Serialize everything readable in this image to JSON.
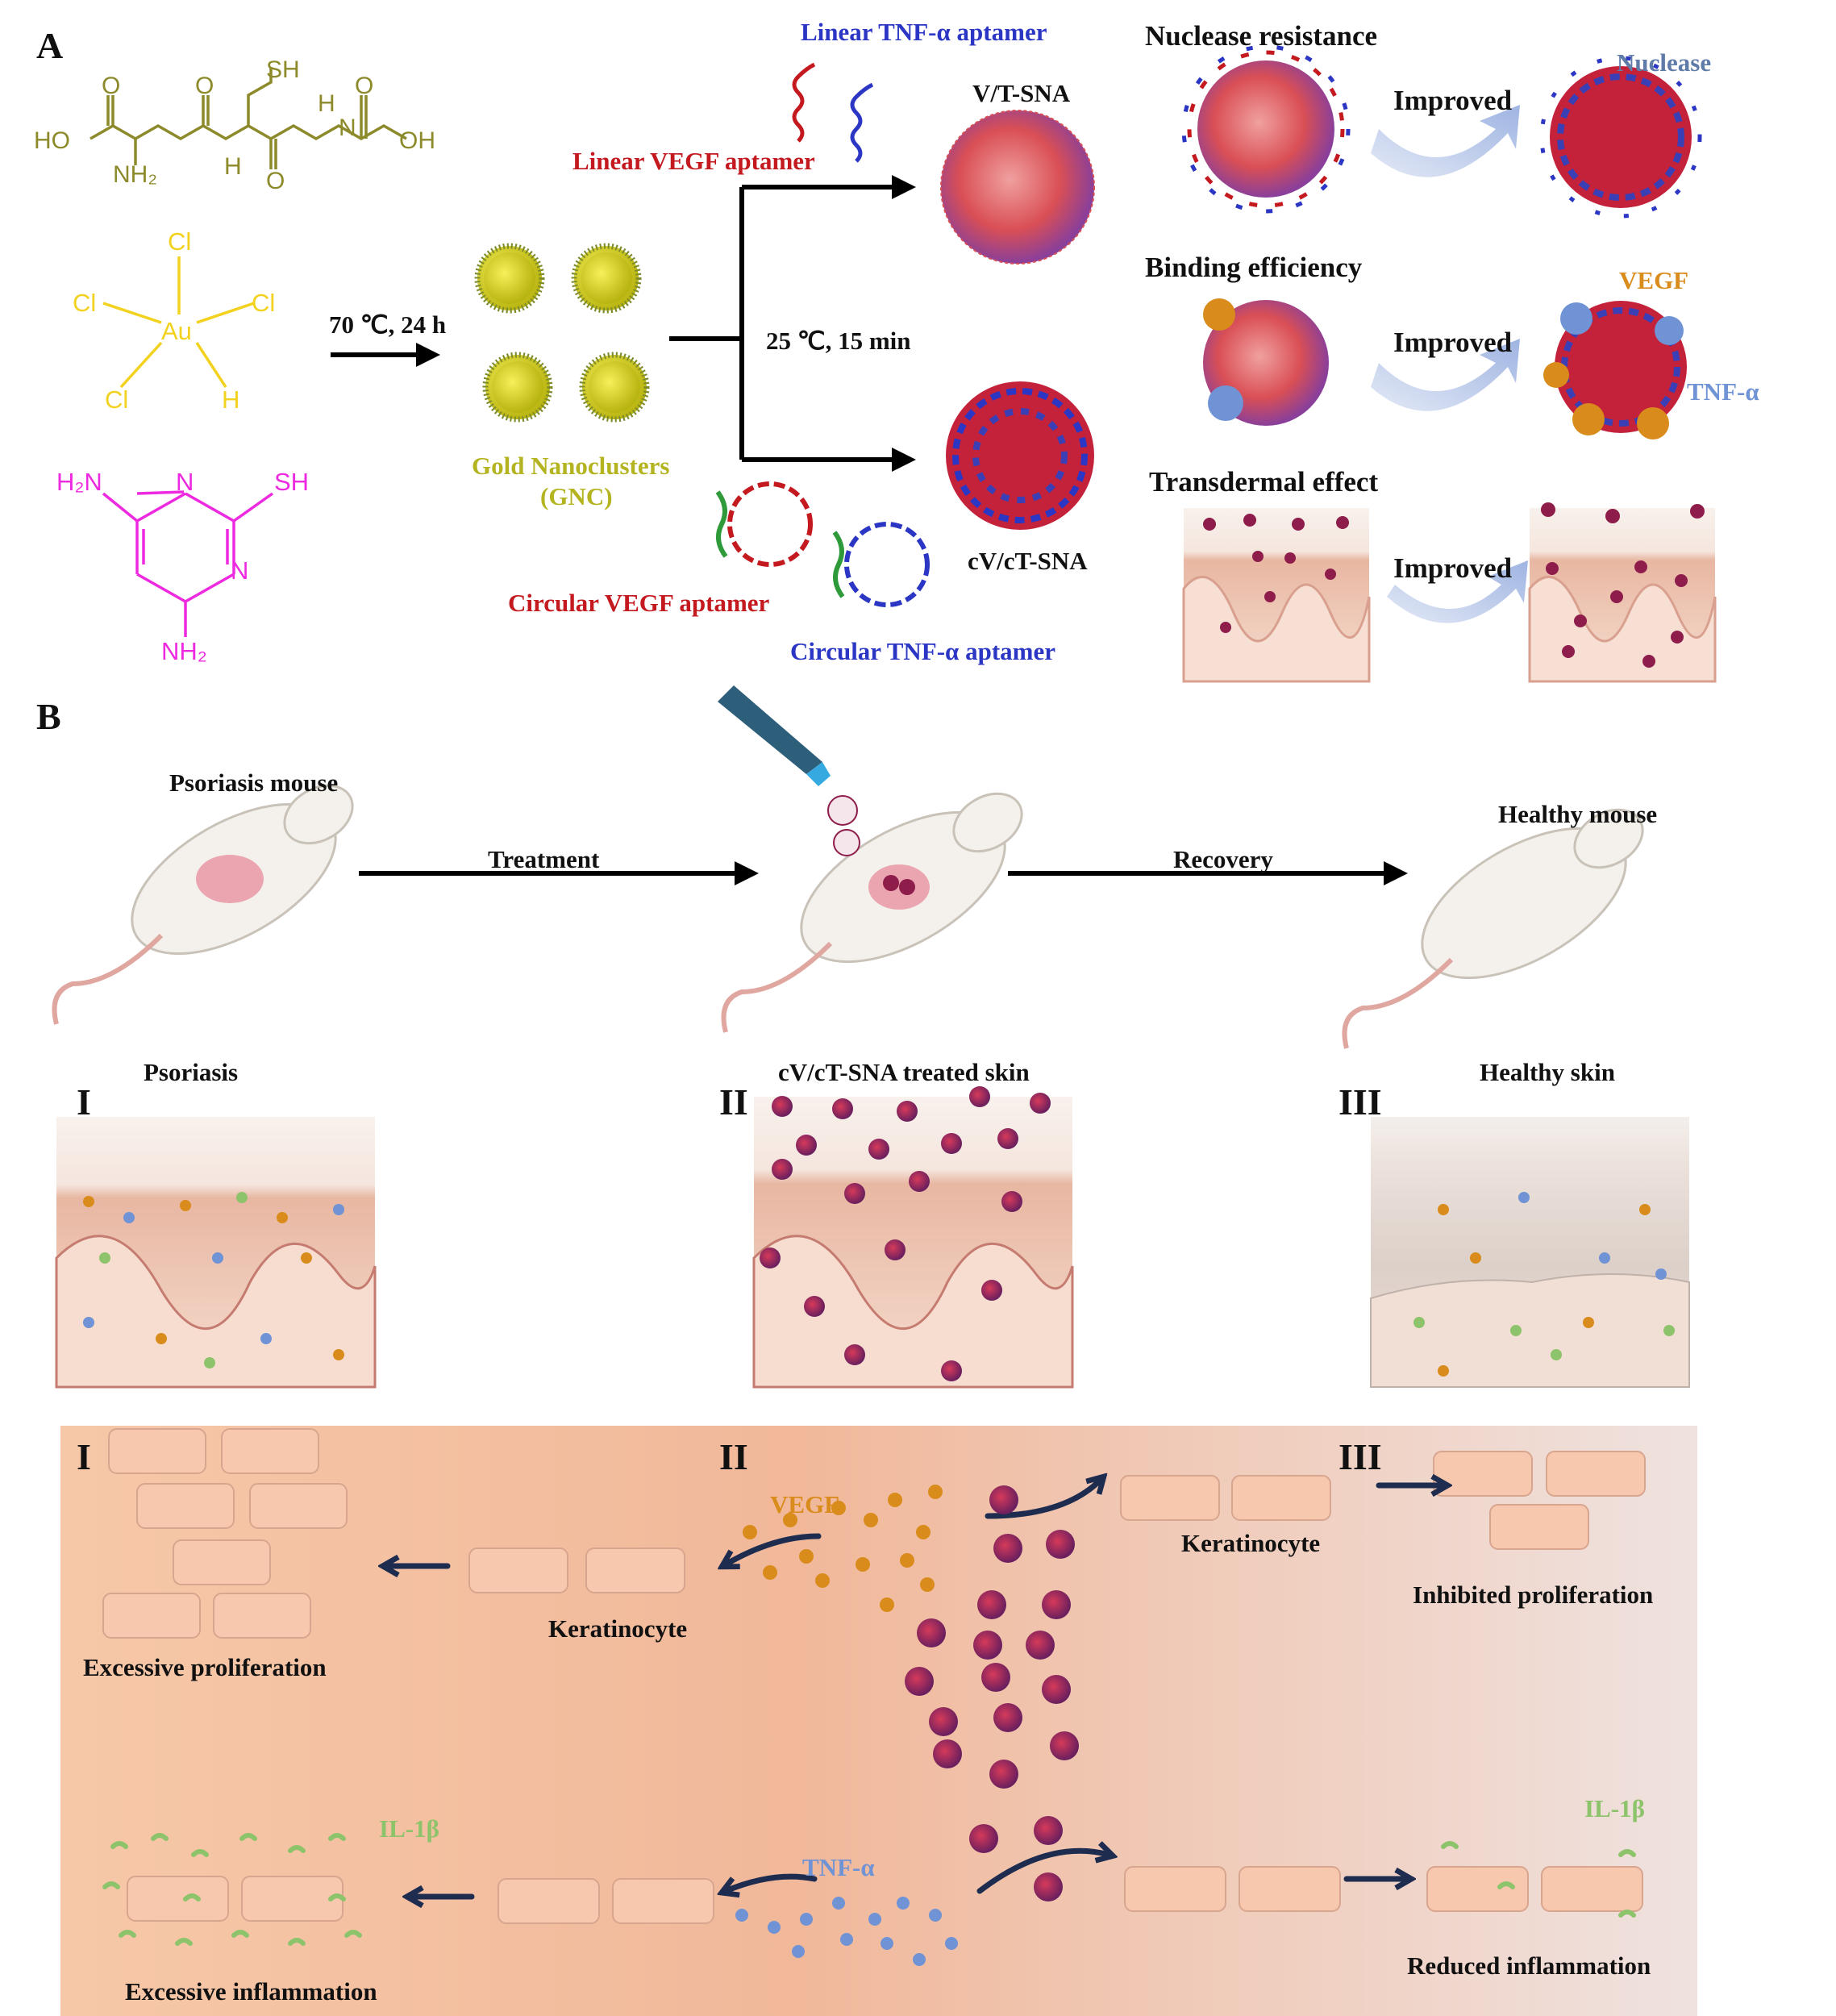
{
  "panelA": {
    "label": "A",
    "glutathione": {
      "atoms": [
        "SH",
        "O",
        "O",
        "HO",
        "NH₂",
        "H",
        "N",
        "N",
        "H",
        "O",
        "O",
        "OH"
      ]
    },
    "haucl4": {
      "atoms": [
        "Cl",
        "Cl",
        "Au",
        "Cl",
        "Cl",
        "H"
      ]
    },
    "pyrimidine": {
      "atoms": [
        "H₂N",
        "N",
        "SH",
        "N",
        "NH₂"
      ]
    },
    "synthesis_condition": "70 ℃, 24 h",
    "gnc_label_line1": "Gold Nanoclusters",
    "gnc_label_line2": "(GNC)",
    "assembly_condition": "25 ℃, 15 min",
    "linear_tnf": "Linear TNF-α aptamer",
    "linear_vegf": "Linear VEGF aptamer",
    "vt_sna": "V/T-SNA",
    "cvct_sna": "cV/cT-SNA",
    "circular_vegf": "Circular  VEGF aptamer",
    "circular_tnf": "Circular  TNF-α aptamer",
    "nuclease_resistance": "Nuclease resistance",
    "nuclease": "Nuclease",
    "binding_efficiency": "Binding efficiency",
    "vegf": "VEGF",
    "tnf": "TNF-α",
    "transdermal_effect": "Transdermal effect",
    "improved": "Improved"
  },
  "panelB": {
    "label": "B",
    "psoriasis_mouse": "Psoriasis mouse",
    "treatment": "Treatment",
    "recovery": "Recovery",
    "healthy_mouse": "Healthy mouse",
    "stage1": "I",
    "stage2": "II",
    "stage3": "III",
    "psoriasis": "Psoriasis",
    "treated_skin": "cV/cT-SNA treated skin",
    "healthy_skin": "Healthy skin",
    "vegf": "VEGF",
    "tnf": "TNF-α",
    "il1b": "IL-1β",
    "keratinocyte": "Keratinocyte",
    "excessive_proliferation": "Excessive proliferation",
    "inhibited_proliferation": "Inhibited proliferation",
    "excessive_inflammation": "Excessive inflammation",
    "reduced_inflammation": "Reduced inflammation"
  },
  "colors": {
    "vegf": "#d98b1c",
    "tnf": "#6f93d4",
    "il1b": "#8dc36a",
    "sna_core": "#b02a4d",
    "arrow_dark": "#1d2c4f",
    "skin": "#f2d2c0",
    "glutathione": "#8c8a2a",
    "gold": "#f2d21e",
    "pyrimidine": "#ee2ae0"
  }
}
